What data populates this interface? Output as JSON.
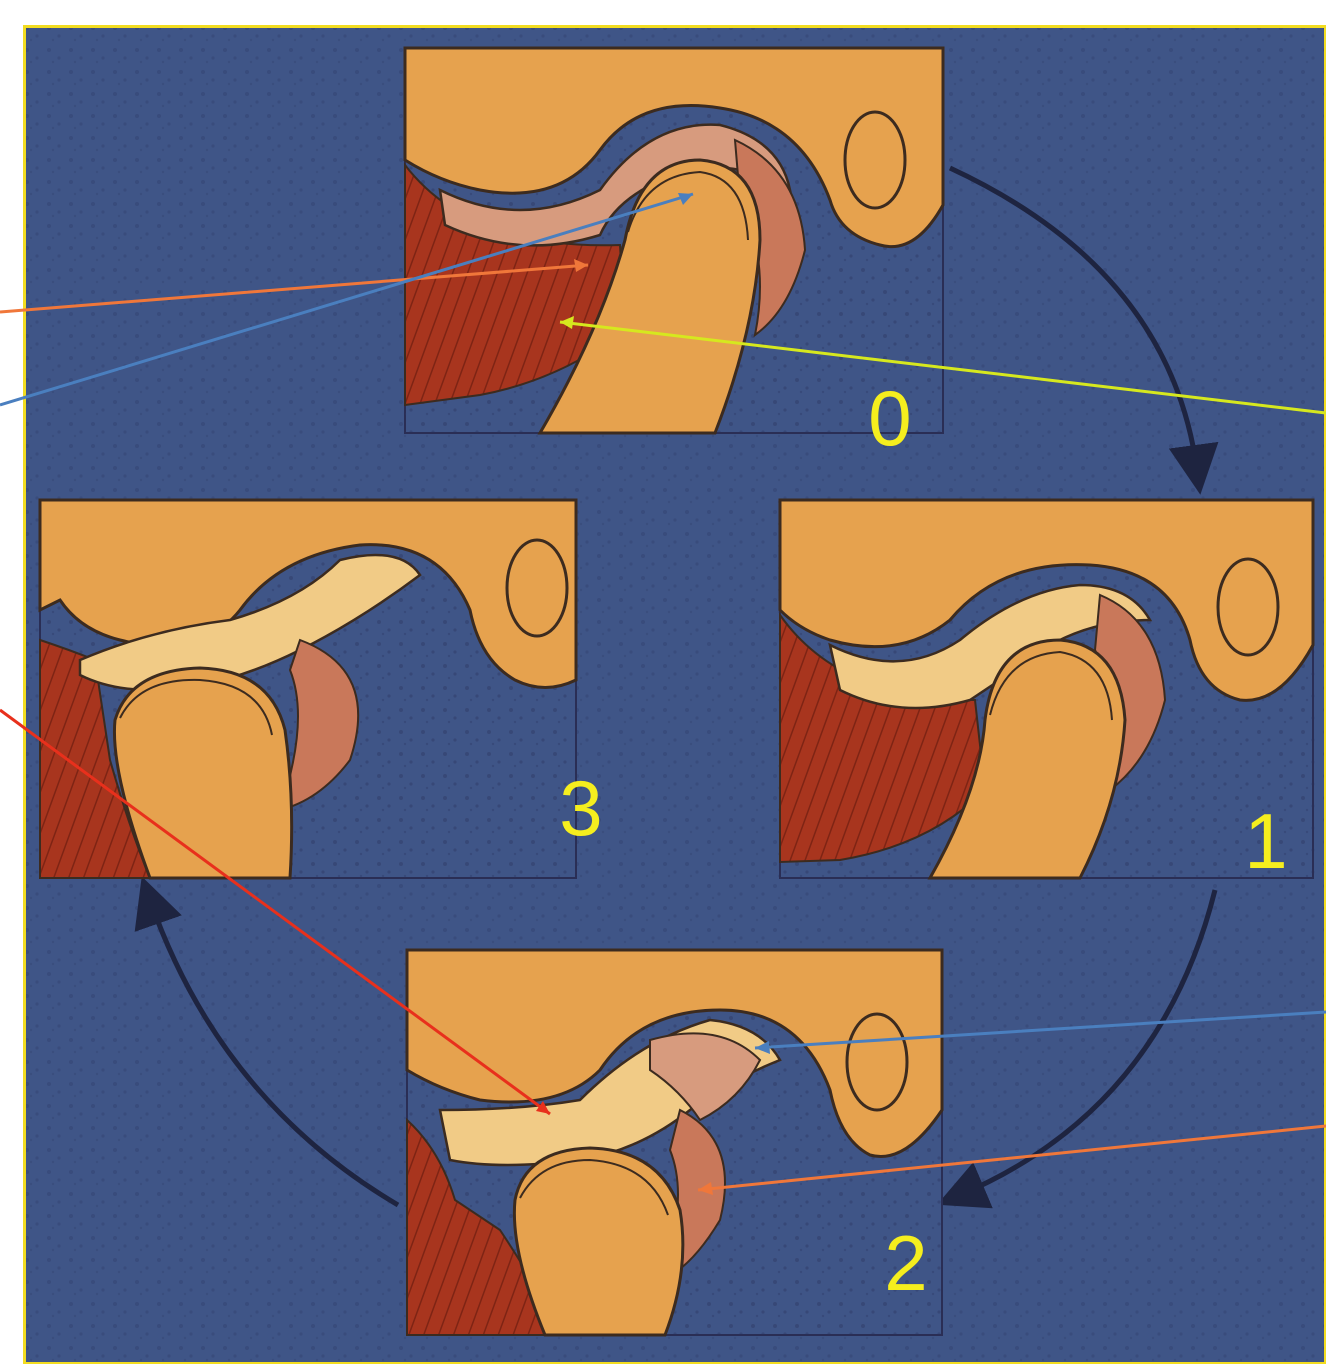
{
  "figure": {
    "stage_labels": [
      "0",
      "1",
      "2",
      "3"
    ],
    "label_color": "#F5EE1E",
    "colors": {
      "background": "#3F5587",
      "border": "#F2DC20",
      "bone": "#E6A24E",
      "disc": "#D79B7E",
      "disc_light": "#F1CB86",
      "muscle": "#A8351E",
      "outline": "#3C2B1F",
      "cycle_arrow": "#1E2440",
      "pointer_orange": "#F0773A",
      "pointer_blue": "#4A7FBF",
      "pointer_yellow": "#D6E81E",
      "pointer_red": "#E8301C"
    }
  }
}
